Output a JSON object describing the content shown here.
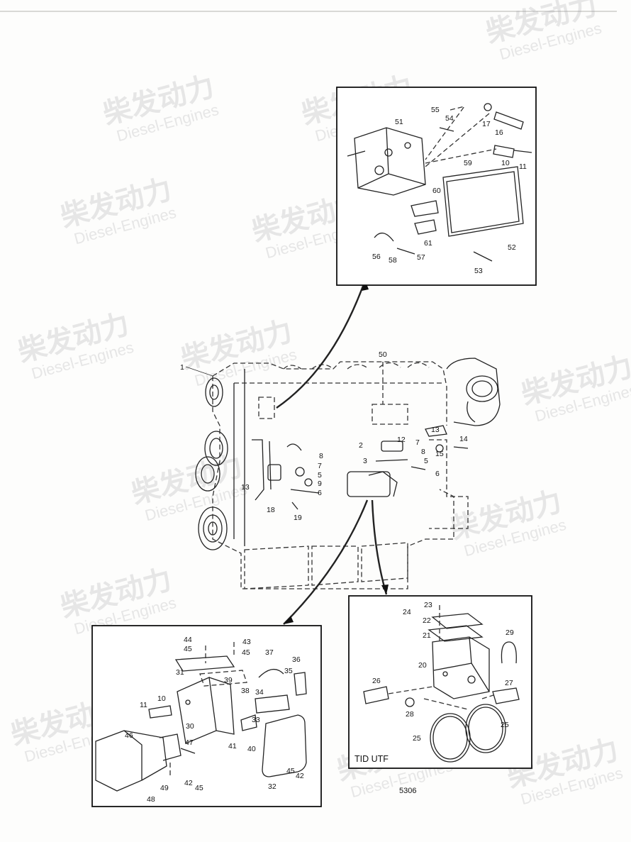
{
  "watermark": {
    "chinese": "柴发动力",
    "english": "Diesel-Engines"
  },
  "sheet_number": "5306",
  "variant_label": "TID UTF",
  "callouts": {
    "main": [
      "1",
      "50",
      "13",
      "14",
      "15",
      "12",
      "7",
      "8",
      "2",
      "5",
      "3",
      "6",
      "13",
      "18",
      "8",
      "7",
      "5",
      "9",
      "6",
      "19"
    ],
    "panel_top": [
      "55",
      "54",
      "17",
      "16",
      "51",
      "10",
      "11",
      "59",
      "60",
      "61",
      "52",
      "56",
      "58",
      "57",
      "53"
    ],
    "panel_left": [
      "44",
      "43",
      "45",
      "45",
      "37",
      "36",
      "31",
      "39",
      "35",
      "38",
      "34",
      "33",
      "11",
      "10",
      "30",
      "46",
      "47",
      "41",
      "40",
      "42",
      "45",
      "32",
      "49",
      "45",
      "48",
      "42"
    ],
    "panel_right": [
      "23",
      "24",
      "22",
      "21",
      "29",
      "20",
      "26",
      "27",
      "28",
      "25",
      "25"
    ]
  }
}
